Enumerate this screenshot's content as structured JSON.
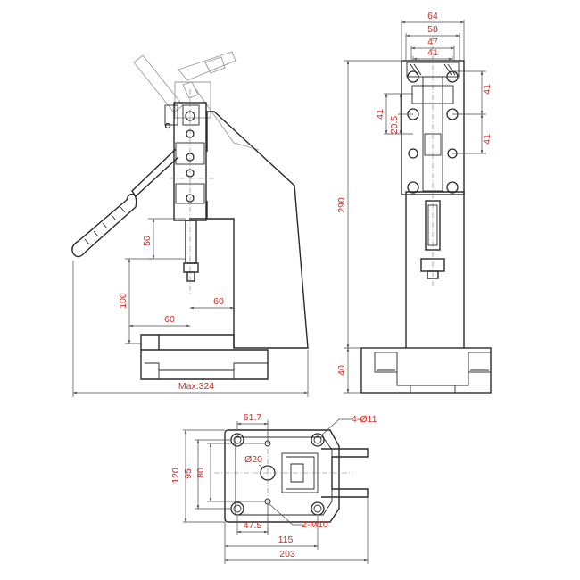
{
  "side_view": {
    "dims": {
      "stroke": "50",
      "height": "100",
      "depth_a": "60",
      "depth_b": "60",
      "max_length": "Max.324"
    }
  },
  "front_view": {
    "dims": {
      "w64": "64",
      "w58": "58",
      "w47": "47",
      "w41": "41",
      "v41_left": "41",
      "v20_5": "20.5",
      "v41_top": "41",
      "v41_bottom": "41",
      "height": "290",
      "base": "40"
    }
  },
  "top_view": {
    "dims": {
      "w61_7": "61.7",
      "hole": "Ø20",
      "h120": "120",
      "h95": "95",
      "h80": "80",
      "w47_5": "47.5",
      "w115": "115",
      "w203": "203"
    },
    "annotations": {
      "mount_holes": "4-Ø11",
      "threads": "2-M10"
    }
  },
  "colors": {
    "dimension_text": "#d42a1e",
    "line": "#2a2a2a"
  }
}
